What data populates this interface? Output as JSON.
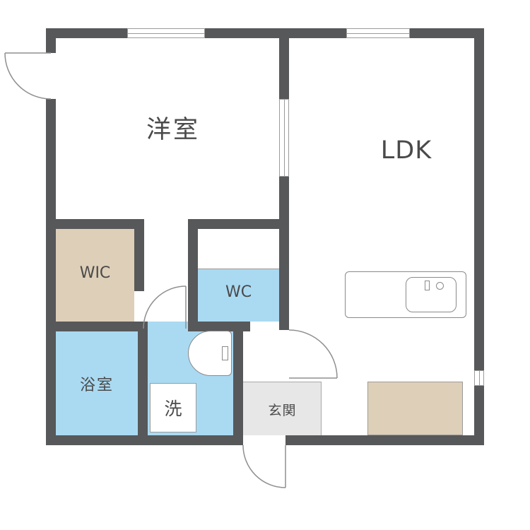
{
  "plan": {
    "rooms": {
      "western": {
        "label": "洋室"
      },
      "ldk": {
        "label": "LDK"
      },
      "wic": {
        "label": "WIC"
      },
      "wc": {
        "label": "WC"
      },
      "bath": {
        "label": "浴室"
      },
      "laundry": {
        "label": "洗"
      },
      "entrance": {
        "label": "玄関"
      }
    },
    "colors": {
      "wall": "#57585a",
      "water_area": "#aadaf2",
      "storage_area": "#decfb9",
      "entrance_floor": "#e7e7e7",
      "fixture_outline": "#8a8a8a"
    }
  }
}
